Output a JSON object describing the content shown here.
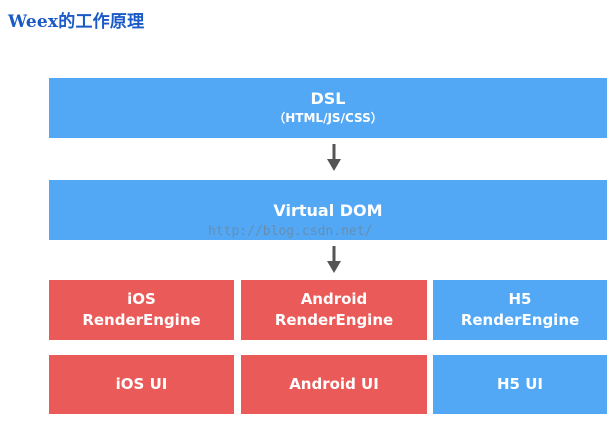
{
  "page": {
    "title": "Weex的工作原理"
  },
  "diagram": {
    "dsl": {
      "label": "DSL",
      "sublabel": "（HTML/JS/CSS）"
    },
    "virtual_dom": {
      "label": "Virtual DOM"
    },
    "render_engines": [
      {
        "line1": "iOS",
        "line2": "RenderEngine"
      },
      {
        "line1": "Android",
        "line2": "RenderEngine"
      },
      {
        "line1": "H5",
        "line2": "RenderEngine"
      }
    ],
    "uis": [
      {
        "label": "iOS UI"
      },
      {
        "label": "Android UI"
      },
      {
        "label": "H5 UI"
      }
    ]
  },
  "watermark": "http://blog.csdn.net/",
  "colors": {
    "title": "#1a5ac8",
    "blue_box": "#52a8f5",
    "red_box": "#ea5a59",
    "arrow": "#555555",
    "box_text": "#ffffff"
  },
  "icons": [
    "arrow-down-icon"
  ]
}
